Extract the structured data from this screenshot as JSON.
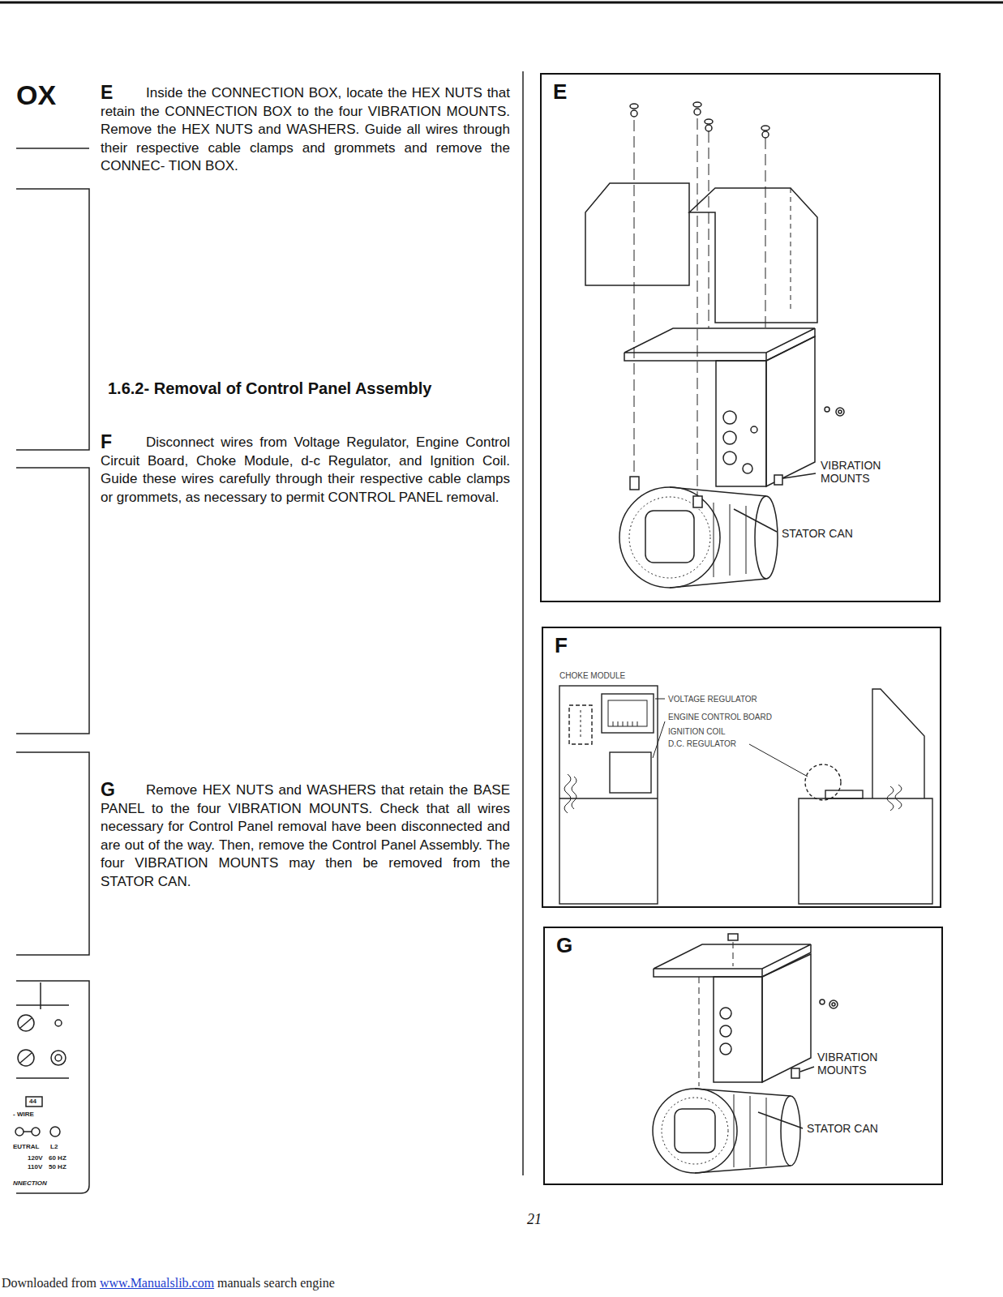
{
  "diagram": {
    "title": "1.6.2- Removal of Control Panel Assembly",
    "nodes": [
      {
        "text": [
          "E"
        ]
      },
      {
        "text": [
          "F"
        ]
      },
      {
        "text": [
          "G"
        ]
      }
    ],
    "labels": [
      "OX",
      "E",
      "Inside the CONNECTION BOX, locate the HEX NUTS that retain the CONNECTION BOX to the four VIBRATION MOUNTS. Remove the HEX NUTS and WASHERS. Guide all wires through their respective cable clamps and grommets and remove the CONNEC- TION BOX.",
      "F",
      "Disconnect wires from Voltage Regulator, Engine Control Circuit Board, Choke Module, d-c Regulator, and Ignition Coil. Guide these wires carefully through their respective cable clamps or grommets, as necessary to permit CONTROL PANEL removal.",
      "G",
      "Remove HEX NUTS and WASHERS that retain the BASE PANEL to the four VIBRATION MOUNTS. Check that all wires necessary for Control Panel removal have been disconnected and are out of the way. Then, remove the Control Panel Assembly. The four VIBRATION MOUNTS may then be removed from the STATOR CAN.",
      "VIBRATION MOUNTS",
      "STATOR CAN",
      "CHOKE MODULE",
      "VOLTAGE REGULATOR",
      "ENGINE CONTROL BOARD",
      "IGNITION COIL",
      "D.C. REGULATOR",
      "VIBRATION MOUNTS",
      "STATOR CAN",
      "44",
      "- WIRE",
      "EUTRAL",
      "L2",
      "120V",
      "60 HZ",
      "110V",
      "50 HZ",
      "NNECTION",
      "21",
      "Downloaded from",
      "www.Manualslib.com",
      "manuals search engine"
    ]
  }
}
